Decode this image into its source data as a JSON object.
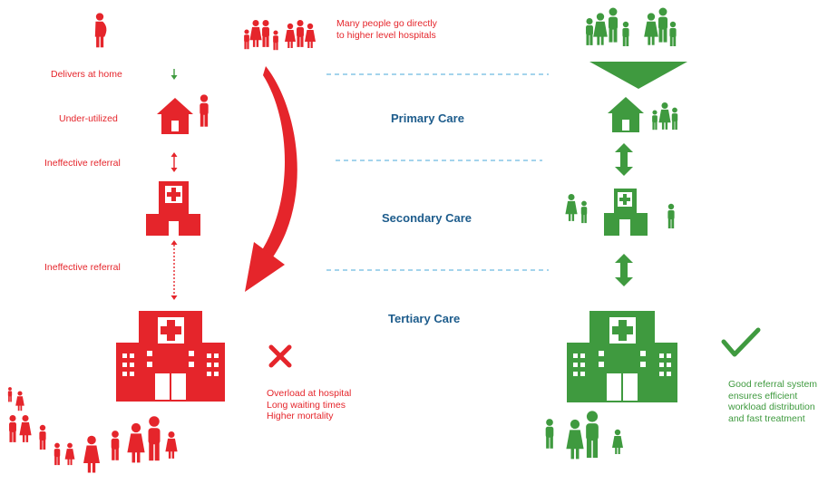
{
  "left_labels": {
    "home": "Delivers at home",
    "underutilized": "Under-utilized",
    "referral_1": "Ineffective referral",
    "referral_2": "Ineffective referral"
  },
  "top_note": "Many people go directly to higher level hospitals",
  "levels": {
    "primary": "Primary Care",
    "secondary": "Secondary Care",
    "tertiary": "Tertiary Care"
  },
  "overload_lines": [
    "Overload at hospital",
    "Long waiting times",
    "Higher mortality"
  ],
  "good_lines": [
    "Good referral system",
    "ensures efficient",
    "workload distribution",
    "and fast treatment"
  ],
  "colors": {
    "red": "#e5252b",
    "green": "#3f9a3f",
    "blue": "#1d5c8c",
    "dash": "#4aa8d8"
  }
}
